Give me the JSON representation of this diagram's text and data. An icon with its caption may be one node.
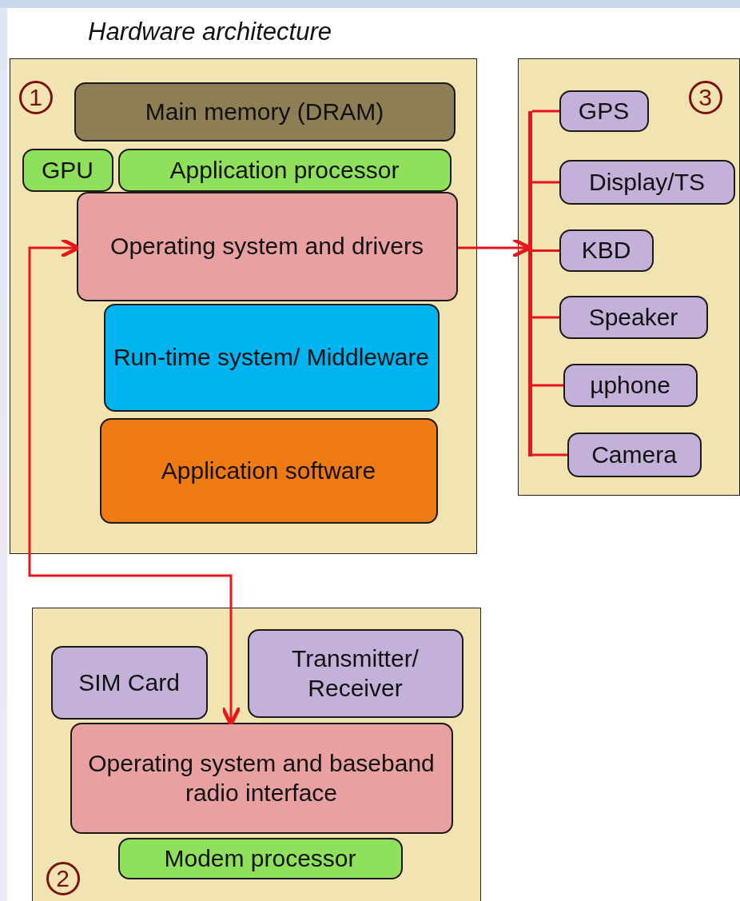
{
  "diagram": {
    "title": "Hardware architecture",
    "nodes": [
      {
        "text": [],
        "shape": "box"
      },
      {
        "text": [
          "1"
        ],
        "in": 0
      },
      {
        "text": [
          "Main memory (DRAM)"
        ],
        "in": 0
      },
      {
        "text": [
          "GPU"
        ],
        "in": 0
      },
      {
        "text": [
          "Application processor"
        ],
        "in": 0
      },
      {
        "text": [
          "Operating system and drivers"
        ],
        "in": 0
      },
      {
        "text": [
          "Run-time system/ Middleware"
        ],
        "in": 0
      },
      {
        "text": [
          "Application software"
        ],
        "in": 0
      },
      {
        "text": [],
        "shape": "box"
      },
      {
        "text": [
          "3"
        ],
        "in": 8
      },
      {
        "text": [],
        "shape": "bar",
        "in": 8
      },
      {
        "text": [
          "GPS"
        ],
        "in": 8
      },
      {
        "text": [
          "Display/TS"
        ],
        "in": 8
      },
      {
        "text": [
          "KBD"
        ],
        "in": 8
      },
      {
        "text": [
          "Speaker"
        ],
        "in": 8
      },
      {
        "text": [
          "µphone"
        ],
        "in": 8
      },
      {
        "text": [
          "Camera"
        ],
        "in": 8
      },
      {
        "text": [],
        "shape": "box"
      },
      {
        "text": [
          "SIM Card"
        ],
        "in": 17
      },
      {
        "text": [
          "Transmitter/ Receiver"
        ],
        "in": 17
      },
      {
        "text": [
          "Operating system and baseband radio interface"
        ],
        "in": 17
      },
      {
        "text": [
          "Modem processor"
        ],
        "in": 17
      },
      {
        "text": [
          "2"
        ],
        "in": 17
      }
    ],
    "edges": [
      {
        "from": 5,
        "to": 20,
        "arrow": "both"
      },
      {
        "from": 5,
        "to": 10,
        "arrow": "to"
      },
      {
        "from": 10,
        "to": 11,
        "arrow": "none"
      },
      {
        "from": 10,
        "to": 12,
        "arrow": "none"
      },
      {
        "from": 10,
        "to": 13,
        "arrow": "none"
      },
      {
        "from": 10,
        "to": 14,
        "arrow": "none"
      },
      {
        "from": 10,
        "to": 15,
        "arrow": "none"
      },
      {
        "from": 10,
        "to": 16,
        "arrow": "none"
      }
    ]
  }
}
